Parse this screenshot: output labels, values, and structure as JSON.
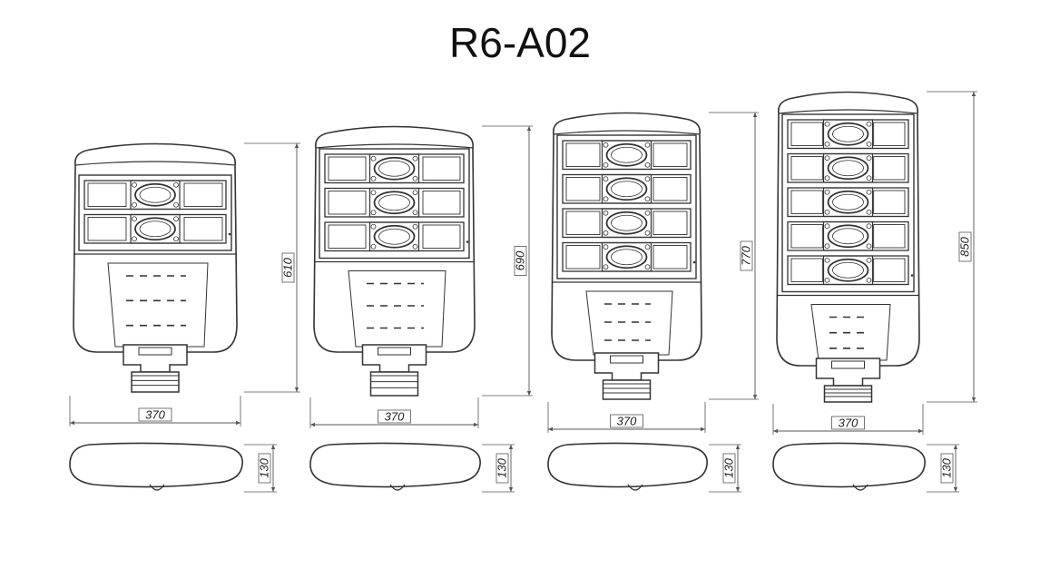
{
  "title": "R6-A02",
  "colors": {
    "line": "#333333",
    "dim": "#555555",
    "background": "#ffffff"
  },
  "variants": [
    {
      "modules": 2,
      "width": "370",
      "height": "610",
      "depth": "130"
    },
    {
      "modules": 3,
      "width": "370",
      "height": "690",
      "depth": "130"
    },
    {
      "modules": 4,
      "width": "370",
      "height": "770",
      "depth": "130"
    },
    {
      "modules": 5,
      "width": "370",
      "height": "850",
      "depth": "130"
    }
  ]
}
